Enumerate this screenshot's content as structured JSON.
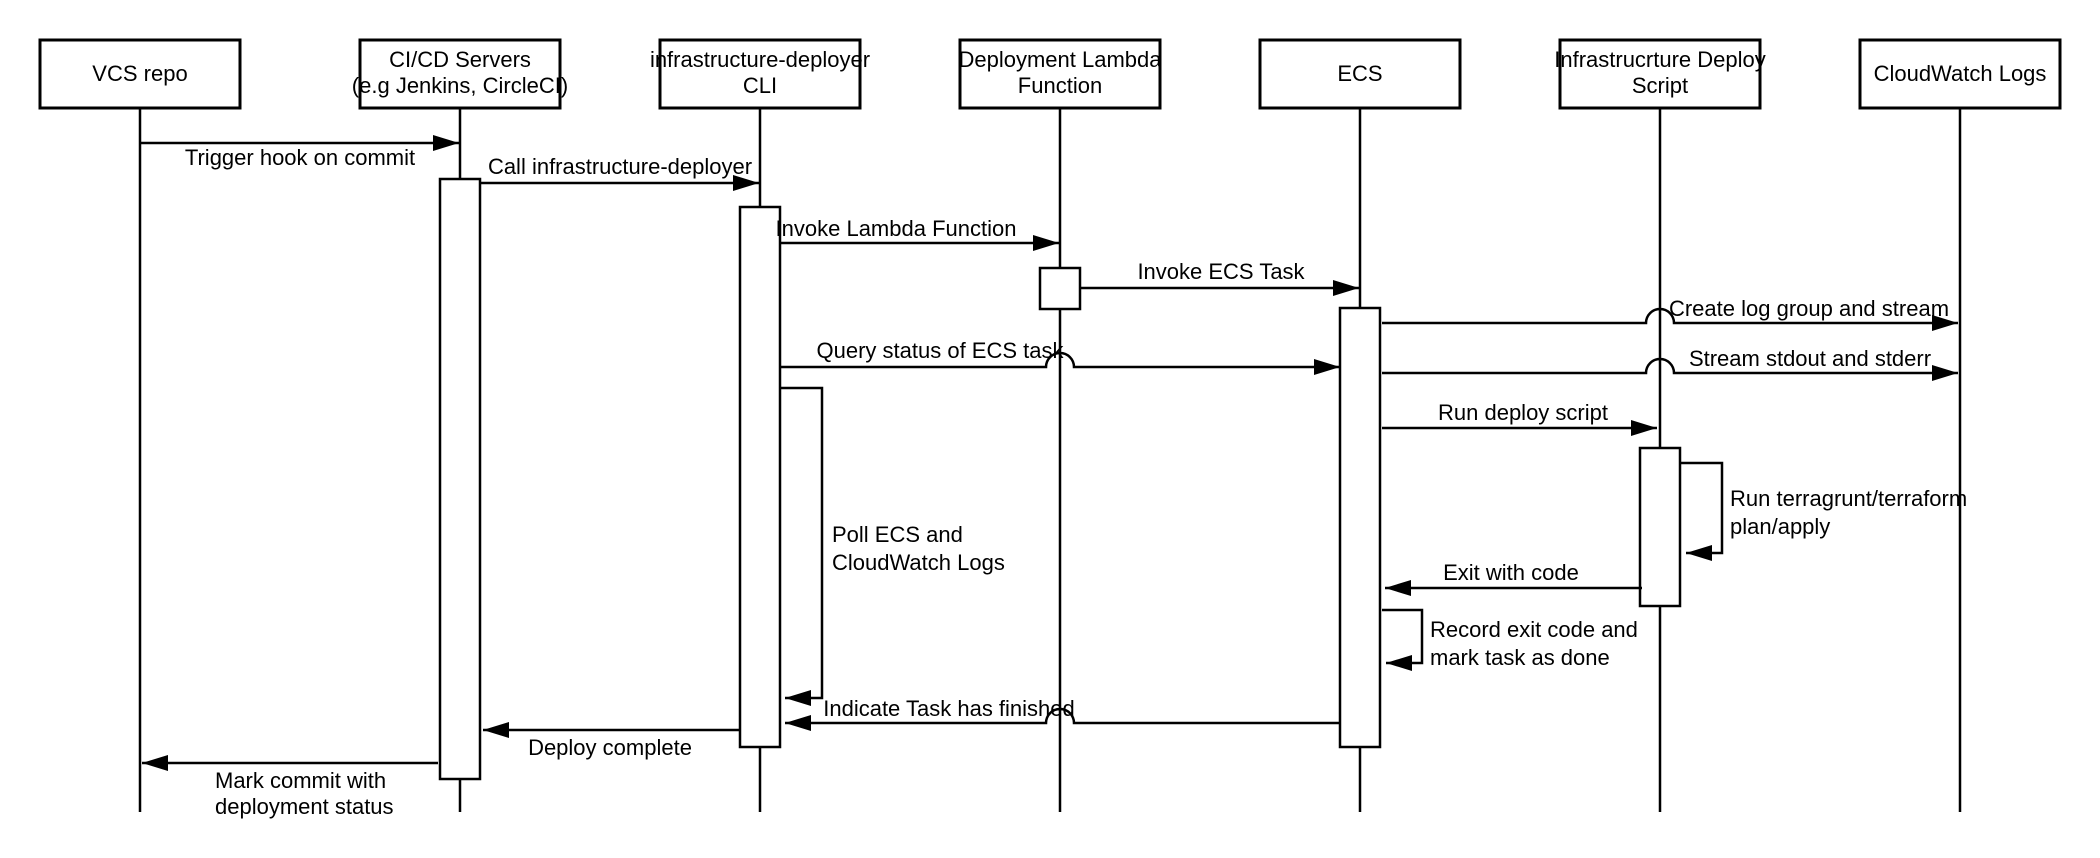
{
  "participants": [
    {
      "id": "vcs-repo",
      "lines": [
        "VCS repo"
      ]
    },
    {
      "id": "cicd-servers",
      "lines": [
        "CI/CD Servers",
        "(e.g Jenkins, CircleCI)"
      ]
    },
    {
      "id": "infrastructure-deployer-cli",
      "lines": [
        "infrastructure-deployer",
        "CLI"
      ]
    },
    {
      "id": "deployment-lambda-function",
      "lines": [
        "Deployment Lambda",
        "Function"
      ]
    },
    {
      "id": "ecs",
      "lines": [
        "ECS"
      ]
    },
    {
      "id": "infrastructure-deploy-script",
      "lines": [
        "Infrastrucrture Deploy",
        "Script"
      ]
    },
    {
      "id": "cloudwatch-logs",
      "lines": [
        "CloudWatch Logs"
      ]
    }
  ],
  "messages": [
    {
      "from": "VCS repo",
      "to": "CI/CD Servers (e.g Jenkins, CircleCI)",
      "lines": [
        "Trigger hook on commit"
      ]
    },
    {
      "from": "CI/CD Servers (e.g Jenkins, CircleCI)",
      "to": "infrastructure-deployer CLI",
      "lines": [
        "Call infrastructure-deployer"
      ]
    },
    {
      "from": "infrastructure-deployer CLI",
      "to": "Deployment Lambda Function",
      "lines": [
        "Invoke Lambda Function"
      ]
    },
    {
      "from": "Deployment Lambda Function",
      "to": "ECS",
      "lines": [
        "Invoke ECS Task"
      ]
    },
    {
      "from": "ECS",
      "to": "CloudWatch Logs",
      "lines": [
        "Create log group and stream"
      ]
    },
    {
      "from": "infrastructure-deployer CLI",
      "to": "ECS",
      "lines": [
        "Query status of ECS task"
      ]
    },
    {
      "from": "ECS",
      "to": "CloudWatch Logs",
      "lines": [
        "Stream stdout and stderr"
      ]
    },
    {
      "from": "ECS",
      "to": "Infrastrucrture Deploy Script",
      "lines": [
        "Run deploy script"
      ]
    },
    {
      "from": "Infrastrucrture Deploy Script",
      "to": "Infrastrucrture Deploy Script",
      "lines": [
        "Run terragrunt/terraform",
        "plan/apply"
      ]
    },
    {
      "from": "Infrastrucrture Deploy Script",
      "to": "ECS",
      "lines": [
        "Exit with code"
      ]
    },
    {
      "from": "ECS",
      "to": "ECS",
      "lines": [
        "Record exit code and",
        "mark task as done"
      ]
    },
    {
      "from": "infrastructure-deployer CLI",
      "to": "infrastructure-deployer CLI",
      "lines": [
        "Poll ECS and",
        "CloudWatch Logs"
      ]
    },
    {
      "from": "ECS",
      "to": "infrastructure-deployer CLI",
      "lines": [
        "Indicate Task has finished"
      ]
    },
    {
      "from": "infrastructure-deployer CLI",
      "to": "CI/CD Servers (e.g Jenkins, CircleCI)",
      "lines": [
        "Deploy complete"
      ]
    },
    {
      "from": "CI/CD Servers (e.g Jenkins, CircleCI)",
      "to": "VCS repo",
      "lines": [
        "Mark commit with",
        "deployment status"
      ]
    }
  ],
  "colors": {
    "stroke": "#000000",
    "shape_fill": "#ffffff",
    "background": "#ffffff",
    "text": "#000000"
  }
}
